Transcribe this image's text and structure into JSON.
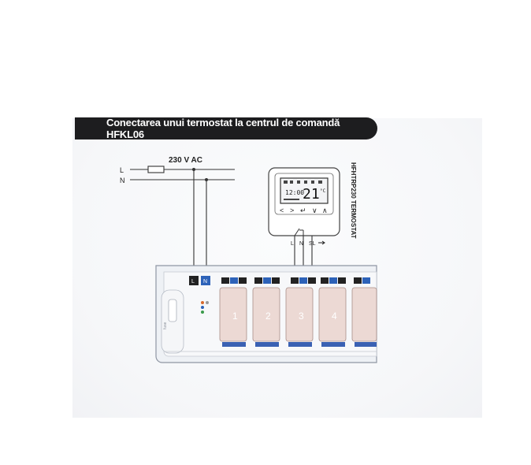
{
  "header": {
    "title": "Conectarea unui termostat la centrul de comandă HFKL06"
  },
  "supply": {
    "voltage_label": "230 V AC",
    "line_label": "L",
    "neutral_label": "N"
  },
  "thermostat": {
    "side_label": "HFHTRP230 TERMOSTAT",
    "display_time": "12:00",
    "display_temp": "21",
    "display_unit": "°C",
    "buttons": [
      "<",
      ">",
      "↵",
      "∨",
      "∧"
    ],
    "terminals": {
      "l": "L",
      "n": "N",
      "sl": "SL"
    }
  },
  "controller": {
    "power_terminals": {
      "l": "L",
      "n": "N"
    },
    "zones": [
      "1",
      "2",
      "3",
      "4"
    ],
    "fuse_label": "fuse"
  }
}
